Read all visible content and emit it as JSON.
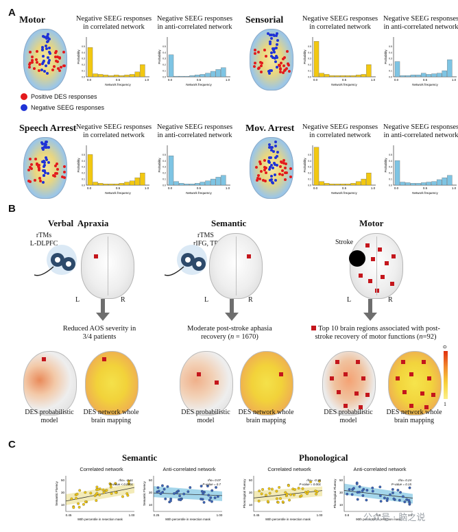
{
  "panelA": {
    "letter": "A",
    "hist_title_corr": "Negative SEEG responses in correlated network",
    "hist_title_anti": "Negative SEEG responses in anti-correlated network",
    "xlabel": "Network frequency",
    "ylabel": "Probability",
    "yticks": [
      "0.5",
      "0.4",
      "0.3",
      "0.2",
      "0.1",
      "0.0"
    ],
    "xticks": [
      "0.0",
      "0.5",
      "1.0"
    ],
    "conditions": [
      {
        "name": "Motor"
      },
      {
        "name": "Sensorial"
      },
      {
        "name": "Speech Arrest"
      },
      {
        "name": "Mov. Arrest"
      }
    ],
    "legend": {
      "positive": "Positive DES responses",
      "negative": "Negative SEEG responses",
      "positive_color": "#e31a1c",
      "negative_color": "#1f33d6"
    }
  },
  "panelB": {
    "letter": "B",
    "cols": [
      {
        "title": "Verbal  Apraxia",
        "stim": "rTMs\nL-DLPFC",
        "result": "Reduced AOS severity in 3/4 patients"
      },
      {
        "title": "Semantic",
        "stim": "rTMS\nrIFG, TP",
        "result_pre": "Moderate post-stroke aphasia recovery (",
        "result_n": "n",
        "result_post": " = 1670)"
      },
      {
        "title": "Motor",
        "stim": "Stroke",
        "result_pre": "Top 10 brain regions associated with post-stroke recovery of motor functions (",
        "result_n": "n",
        "result_post": "=92)"
      }
    ],
    "L": "L",
    "R": "R",
    "cap_model": "DES probabilistic model",
    "cap_network": "DES network whole brain mapping",
    "colorbar_top": "0",
    "colorbar_bottom": "1"
  },
  "panelC": {
    "letter": "C",
    "semantic": "Semantic",
    "phonological": "Phonological",
    "corr_net": "Correlated network",
    "anti_net": "Anti-correlated network",
    "xlabel": "90th percentile in resection mask",
    "ylabel_sem": "Semantic Fluency",
    "ylabel_phon": "Phonological Fluency",
    "stats": [
      {
        "rho": "rho= -0.61",
        "p": "P-value < 0.0001"
      },
      {
        "rho": "rho= 0.07",
        "p": "P-value = 0.7"
      },
      {
        "rho": "rho= -0.35",
        "p": "P-value = 0.001"
      },
      {
        "rho": "rho= 0.24",
        "p": "P-value = 0.15"
      }
    ],
    "xticks_sem_corr": [
      "0.45",
      "1.00"
    ],
    "xticks_sem_anti": [
      "0.25",
      "1.00"
    ],
    "xticks_phon_corr": [
      "0.45",
      "1.00"
    ],
    "xticks_phon_anti": [
      "0.8",
      "0.9",
      "1.0"
    ],
    "yticks": [
      "50",
      "30",
      "10"
    ]
  },
  "watermark": "公众号 · 脑之说",
  "chart_data": [
    {
      "type": "bar",
      "name_ref": "Motor correlated",
      "x": [
        0.0,
        0.1,
        0.2,
        0.3,
        0.4,
        0.5,
        0.6,
        0.7,
        0.8,
        0.9,
        1.0
      ],
      "values": [
        0.48,
        0.05,
        0.04,
        0.03,
        0.02,
        0.03,
        0.02,
        0.03,
        0.04,
        0.08,
        0.2
      ],
      "color": "#f2c811"
    },
    {
      "type": "bar",
      "name_ref": "Motor anti",
      "x": [
        0.0,
        0.1,
        0.2,
        0.3,
        0.4,
        0.5,
        0.6,
        0.7,
        0.8,
        0.9,
        1.0
      ],
      "values": [
        0.36,
        0.01,
        0.01,
        0.01,
        0.02,
        0.03,
        0.04,
        0.06,
        0.09,
        0.12,
        0.15
      ],
      "color": "#7ec4e3"
    },
    {
      "type": "bar",
      "name_ref": "Sensorial correlated",
      "x": [
        0.0,
        0.1,
        0.2,
        0.3,
        0.4,
        0.5,
        0.6,
        0.7,
        0.8,
        0.9,
        1.0
      ],
      "values": [
        0.58,
        0.06,
        0.04,
        0.02,
        0.02,
        0.02,
        0.02,
        0.02,
        0.03,
        0.04,
        0.2
      ],
      "color": "#f2c811"
    },
    {
      "type": "bar",
      "name_ref": "Sensorial anti",
      "x": [
        0.0,
        0.1,
        0.2,
        0.3,
        0.4,
        0.5,
        0.6,
        0.7,
        0.8,
        0.9,
        1.0
      ],
      "values": [
        0.25,
        0.02,
        0.02,
        0.03,
        0.03,
        0.06,
        0.04,
        0.05,
        0.06,
        0.1,
        0.28
      ],
      "color": "#7ec4e3"
    },
    {
      "type": "bar",
      "name_ref": "Speech Arrest correlated",
      "x": [
        0.0,
        0.1,
        0.2,
        0.3,
        0.4,
        0.5,
        0.6,
        0.7,
        0.8,
        0.9,
        1.0
      ],
      "values": [
        0.5,
        0.05,
        0.03,
        0.02,
        0.02,
        0.02,
        0.03,
        0.05,
        0.07,
        0.12,
        0.2
      ],
      "color": "#f2c811"
    },
    {
      "type": "bar",
      "name_ref": "Speech Arrest anti",
      "x": [
        0.0,
        0.1,
        0.2,
        0.3,
        0.4,
        0.5,
        0.6,
        0.7,
        0.8,
        0.9,
        1.0
      ],
      "values": [
        0.48,
        0.06,
        0.03,
        0.02,
        0.02,
        0.03,
        0.05,
        0.07,
        0.1,
        0.13,
        0.16
      ],
      "color": "#7ec4e3"
    },
    {
      "type": "bar",
      "name_ref": "Mov. Arrest correlated",
      "x": [
        0.0,
        0.1,
        0.2,
        0.3,
        0.4,
        0.5,
        0.6,
        0.7,
        0.8,
        0.9,
        1.0
      ],
      "values": [
        0.62,
        0.06,
        0.03,
        0.02,
        0.02,
        0.02,
        0.02,
        0.03,
        0.06,
        0.1,
        0.2
      ],
      "color": "#f2c811"
    },
    {
      "type": "bar",
      "name_ref": "Mov. Arrest anti",
      "x": [
        0.0,
        0.1,
        0.2,
        0.3,
        0.4,
        0.5,
        0.6,
        0.7,
        0.8,
        0.9,
        1.0
      ],
      "values": [
        0.4,
        0.05,
        0.04,
        0.03,
        0.03,
        0.04,
        0.05,
        0.06,
        0.09,
        0.12,
        0.16
      ],
      "color": "#7ec4e3"
    }
  ]
}
